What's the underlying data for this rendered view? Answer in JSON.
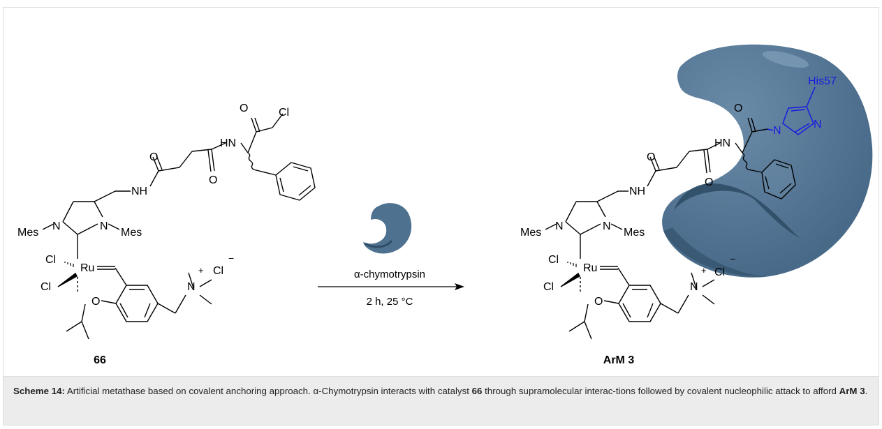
{
  "scheme": {
    "reactant_label": "66",
    "product_label": "ArM 3",
    "reagent": "α-chymotrypsin",
    "conditions": "2 h, 25 °C",
    "his_label": "His57",
    "atoms": {
      "o": "O",
      "cl": "Cl",
      "hn": "HN",
      "nh": "NH",
      "n": "N",
      "mes": "Mes",
      "ru": "Ru",
      "plus": "+",
      "minus": "−"
    }
  },
  "caption": {
    "label": "Scheme 14:",
    "part1": " Artificial metathase based on covalent anchoring approach. α-Chymotrypsin interacts with catalyst ",
    "bold1": "66",
    "part2": " through supramolecular interac-tions followed by covalent nucleophilic attack to afford ",
    "bold2": "ArM 3",
    "part3": "."
  },
  "colors": {
    "protein": "#4e7190",
    "protein_dark": "#2f4c66",
    "histidine": "#1a1ae0",
    "bond": "#000000"
  }
}
